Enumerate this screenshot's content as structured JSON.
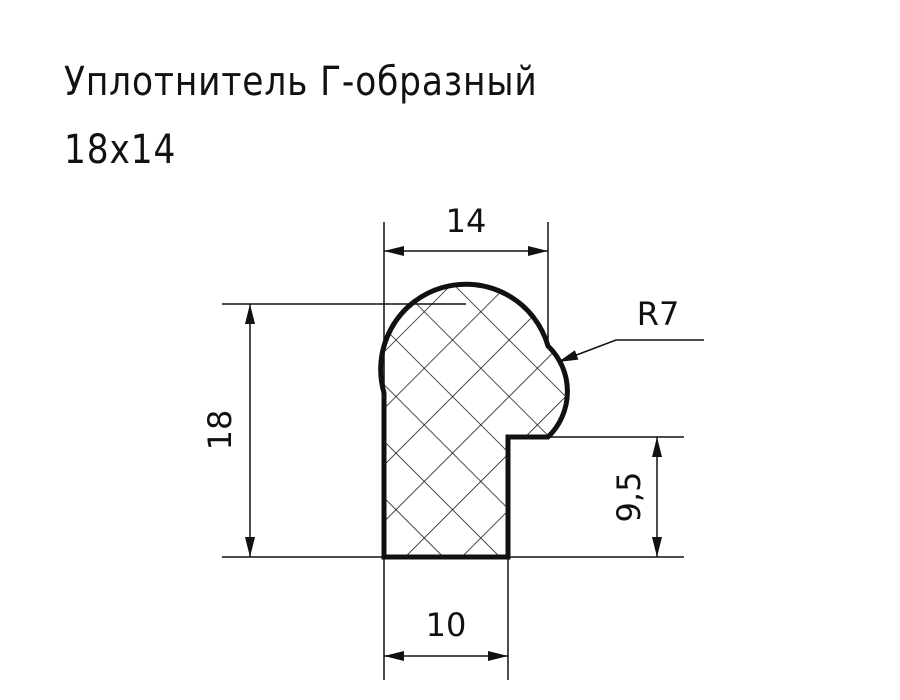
{
  "title": {
    "line1": "Уплотнитель Г-образный",
    "line2": "18х14"
  },
  "dimensions": {
    "width_top": "14",
    "height_total": "18",
    "width_bottom": "10",
    "step_height": "9,5",
    "radius": "R7"
  },
  "colors": {
    "line": "#111111",
    "background": "#ffffff"
  }
}
